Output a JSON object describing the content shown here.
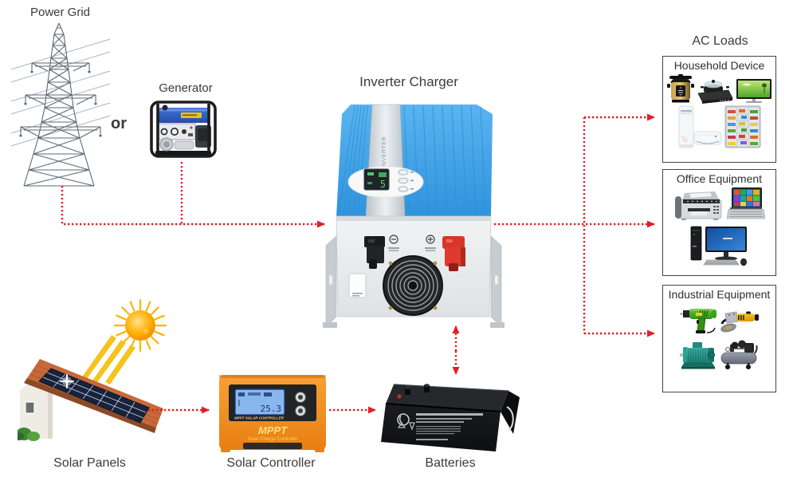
{
  "power_grid": {
    "label": "Power Grid"
  },
  "generator": {
    "label": "Generator"
  },
  "or_text": "or",
  "inverter": {
    "label": "Inverter Charger",
    "stripe_text": "SOLAR INVERTER"
  },
  "ac_loads": {
    "label": "AC Loads",
    "boxes": [
      {
        "title": "Household Device",
        "items": [
          "pressure-cooker",
          "induction-cooker",
          "television",
          "floor-air-conditioner",
          "split-air-conditioner",
          "refrigerator"
        ]
      },
      {
        "title": "Office Equipment",
        "items": [
          "fax-machine",
          "laptop",
          "desktop-computer"
        ]
      },
      {
        "title": "Industrial Equipment",
        "items": [
          "electric-drill",
          "angle-grinder",
          "electric-motor",
          "air-compressor"
        ]
      }
    ]
  },
  "solar_panels": {
    "label": "Solar Panels"
  },
  "solar_controller": {
    "label": "Solar Controller",
    "lcd_value": "25.3",
    "panel_caption": "MPPT SOLAR CONTROLLER",
    "brand": "MPPT",
    "brand_sub": "Solar Charge Controller"
  },
  "batteries": {
    "label": "Batteries"
  },
  "colors": {
    "arrow": "#e81c24",
    "inverter_blue": "#41a2e6",
    "controller_orange": "#f08c1e",
    "battery_black": "#141518",
    "sun_orange": "#f59a00",
    "roof_orange": "#c8693a"
  }
}
